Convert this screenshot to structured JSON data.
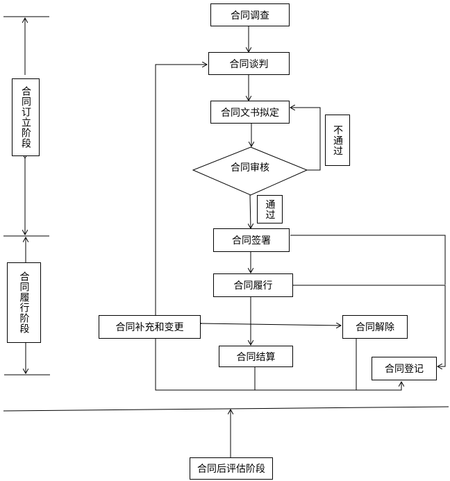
{
  "stages": {
    "signing_stage": "合同订立阶段",
    "performance_stage": "合同履行阶段",
    "post_evaluation_stage": "合同后评估阶段"
  },
  "nodes": {
    "investigation": "合同调查",
    "negotiation": "合同谈判",
    "drafting": "合同文书拟定",
    "review": "合同审核",
    "signing": "合同签署",
    "performance": "合同履行",
    "supplement_change": "合同补充和变更",
    "termination": "合同解除",
    "settlement": "合同结算",
    "registration": "合同登记"
  },
  "edge_labels": {
    "fail": "不通过",
    "pass": "通过"
  }
}
